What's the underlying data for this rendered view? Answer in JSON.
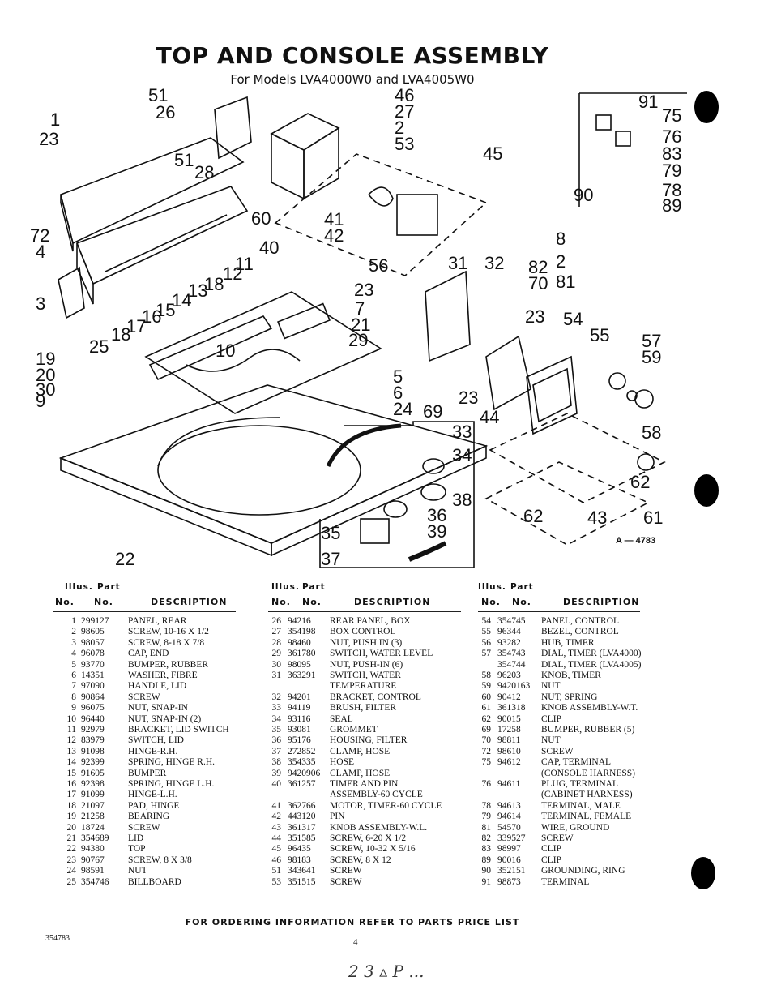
{
  "title": "TOP AND CONSOLE ASSEMBLY",
  "subtitle": "For Models LVA4000W0 and LVA4005W0",
  "diagram": {
    "figure_code": "A — 4783",
    "callouts": [
      "51",
      "26",
      "1",
      "23",
      "51",
      "28",
      "60",
      "46",
      "27",
      "2",
      "53",
      "45",
      "41",
      "42",
      "40",
      "56",
      "72",
      "4",
      "3",
      "25",
      "11",
      "12",
      "13",
      "18",
      "14",
      "15",
      "16",
      "17",
      "18",
      "10",
      "7",
      "21",
      "29",
      "23",
      "19",
      "20",
      "30",
      "9",
      "22",
      "5",
      "6",
      "24",
      "31",
      "32",
      "82",
      "70",
      "23",
      "54",
      "55",
      "57",
      "59",
      "58",
      "44",
      "69",
      "23",
      "33",
      "34",
      "38",
      "36",
      "35",
      "39",
      "37",
      "62",
      "43",
      "61",
      "62",
      "91",
      "75",
      "76",
      "83",
      "79",
      "78",
      "90",
      "89",
      "8",
      "2",
      "81"
    ]
  },
  "table_header": {
    "illus": "Illus.",
    "part": "Part",
    "no": "No.",
    "part_no": "No.",
    "description": "DESCRIPTION"
  },
  "parts_col1": [
    {
      "illus": "1",
      "part": "299127",
      "desc": "PANEL, REAR"
    },
    {
      "illus": "2",
      "part": "98605",
      "desc": "SCREW, 10-16 x 1/2"
    },
    {
      "illus": "3",
      "part": "98057",
      "desc": "SCREW, 8-18 x 7/8"
    },
    {
      "illus": "4",
      "part": "96078",
      "desc": "CAP, END"
    },
    {
      "illus": "5",
      "part": "93770",
      "desc": "BUMPER, RUBBER"
    },
    {
      "illus": "6",
      "part": "14351",
      "desc": "WASHER, FIBRE"
    },
    {
      "illus": "7",
      "part": "97090",
      "desc": "HANDLE, LID"
    },
    {
      "illus": "8",
      "part": "90864",
      "desc": "SCREW"
    },
    {
      "illus": "9",
      "part": "96075",
      "desc": "NUT, SNAP-IN"
    },
    {
      "illus": "10",
      "part": "96440",
      "desc": "NUT, SNAP-IN (2)"
    },
    {
      "illus": "11",
      "part": "92979",
      "desc": "BRACKET, LID SWITCH"
    },
    {
      "illus": "12",
      "part": "83979",
      "desc": "SWITCH, LID"
    },
    {
      "illus": "13",
      "part": "91098",
      "desc": "HINGE-R.H."
    },
    {
      "illus": "14",
      "part": "92399",
      "desc": "SPRING, HINGE R.H."
    },
    {
      "illus": "15",
      "part": "91605",
      "desc": "BUMPER"
    },
    {
      "illus": "16",
      "part": "92398",
      "desc": "SPRING, HINGE L.H."
    },
    {
      "illus": "17",
      "part": "91099",
      "desc": "HINGE-L.H."
    },
    {
      "illus": "18",
      "part": "21097",
      "desc": "PAD, HINGE"
    },
    {
      "illus": "19",
      "part": "21258",
      "desc": "BEARING"
    },
    {
      "illus": "20",
      "part": "18724",
      "desc": "SCREW"
    },
    {
      "illus": "21",
      "part": "354689",
      "desc": "LID"
    },
    {
      "illus": "22",
      "part": "94380",
      "desc": "TOP"
    },
    {
      "illus": "23",
      "part": "90767",
      "desc": "SCREW, 8 x 3/8"
    },
    {
      "illus": "24",
      "part": "98591",
      "desc": "NUT"
    },
    {
      "illus": "25",
      "part": "354746",
      "desc": "BILLBOARD"
    }
  ],
  "parts_col2": [
    {
      "illus": "26",
      "part": "94216",
      "desc": "REAR PANEL, BOX"
    },
    {
      "illus": "27",
      "part": "354198",
      "desc": "BOX CONTROL"
    },
    {
      "illus": "28",
      "part": "98460",
      "desc": "NUT, PUSH IN (3)"
    },
    {
      "illus": "29",
      "part": "361780",
      "desc": "SWITCH, WATER LEVEL"
    },
    {
      "illus": "30",
      "part": "98095",
      "desc": "NUT, PUSH-IN (6)"
    },
    {
      "illus": "31",
      "part": "363291",
      "desc": "SWITCH, WATER"
    },
    {
      "illus": "",
      "part": "",
      "desc": "TEMPERATURE"
    },
    {
      "illus": "32",
      "part": "94201",
      "desc": "BRACKET, CONTROL"
    },
    {
      "illus": "33",
      "part": "94119",
      "desc": "BRUSH, FILTER"
    },
    {
      "illus": "34",
      "part": "93116",
      "desc": "SEAL"
    },
    {
      "illus": "35",
      "part": "93081",
      "desc": "GROMMET"
    },
    {
      "illus": "36",
      "part": "95176",
      "desc": "HOUSING, FILTER"
    },
    {
      "illus": "37",
      "part": "272852",
      "desc": "CLAMP, HOSE"
    },
    {
      "illus": "38",
      "part": "354335",
      "desc": "HOSE"
    },
    {
      "illus": "39",
      "part": "9420906",
      "desc": "CLAMP, HOSE"
    },
    {
      "illus": "40",
      "part": "361257",
      "desc": "TIMER AND PIN"
    },
    {
      "illus": "",
      "part": "",
      "desc": "ASSEMBLY-60 CYCLE"
    },
    {
      "illus": "41",
      "part": "362766",
      "desc": "MOTOR, TIMER-60 CYCLE"
    },
    {
      "illus": "42",
      "part": "443120",
      "desc": "PIN"
    },
    {
      "illus": "43",
      "part": "361317",
      "desc": "KNOB ASSEMBLY-W.L."
    },
    {
      "illus": "44",
      "part": "351585",
      "desc": "SCREW, 6-20 x 1/2"
    },
    {
      "illus": "45",
      "part": "96435",
      "desc": "SCREW, 10-32 x 5/16"
    },
    {
      "illus": "46",
      "part": "98183",
      "desc": "SCREW, 8 x 12"
    },
    {
      "illus": "51",
      "part": "343641",
      "desc": "SCREW"
    },
    {
      "illus": "53",
      "part": "351515",
      "desc": "SCREW"
    }
  ],
  "parts_col3": [
    {
      "illus": "54",
      "part": "354745",
      "desc": "PANEL, CONTROL"
    },
    {
      "illus": "55",
      "part": "96344",
      "desc": "BEZEL, CONTROL"
    },
    {
      "illus": "56",
      "part": "93282",
      "desc": "HUB, TIMER"
    },
    {
      "illus": "57",
      "part": "354743",
      "desc": "DIAL, TIMER (LVA4000)"
    },
    {
      "illus": "",
      "part": "354744",
      "desc": "DIAL, TIMER (LVA4005)"
    },
    {
      "illus": "58",
      "part": "96203",
      "desc": "KNOB, TIMER"
    },
    {
      "illus": "59",
      "part": "9420163",
      "desc": "NUT"
    },
    {
      "illus": "60",
      "part": "90412",
      "desc": "NUT, SPRING"
    },
    {
      "illus": "61",
      "part": "361318",
      "desc": "KNOB ASSEMBLY-W.T."
    },
    {
      "illus": "62",
      "part": "90015",
      "desc": "CLIP"
    },
    {
      "illus": "69",
      "part": "17258",
      "desc": "BUMPER, RUBBER (5)"
    },
    {
      "illus": "70",
      "part": "98811",
      "desc": "NUT"
    },
    {
      "illus": "72",
      "part": "98610",
      "desc": "SCREW"
    },
    {
      "illus": "75",
      "part": "94612",
      "desc": "CAP, TERMINAL"
    },
    {
      "illus": "",
      "part": "",
      "desc": "(CONSOLE HARNESS)"
    },
    {
      "illus": "76",
      "part": "94611",
      "desc": "PLUG, TERMINAL"
    },
    {
      "illus": "",
      "part": "",
      "desc": "(CABINET HARNESS)"
    },
    {
      "illus": "78",
      "part": "94613",
      "desc": "TERMINAL, MALE"
    },
    {
      "illus": "79",
      "part": "94614",
      "desc": "TERMINAL, FEMALE"
    },
    {
      "illus": "81",
      "part": "54570",
      "desc": "WIRE, GROUND"
    },
    {
      "illus": "82",
      "part": "339527",
      "desc": "SCREW"
    },
    {
      "illus": "83",
      "part": "98997",
      "desc": "CLIP"
    },
    {
      "illus": "89",
      "part": "90016",
      "desc": "CLIP"
    },
    {
      "illus": "90",
      "part": "352151",
      "desc": "GROUNDING, RING"
    },
    {
      "illus": "91",
      "part": "98873",
      "desc": "TERMINAL"
    }
  ],
  "footer": {
    "ordering_info": "FOR ORDERING INFORMATION REFER TO PARTS PRICE LIST",
    "doc_number": "354783",
    "page_number": "4",
    "handwritten_note": "2 3 ▵ P ... (illegible)"
  }
}
